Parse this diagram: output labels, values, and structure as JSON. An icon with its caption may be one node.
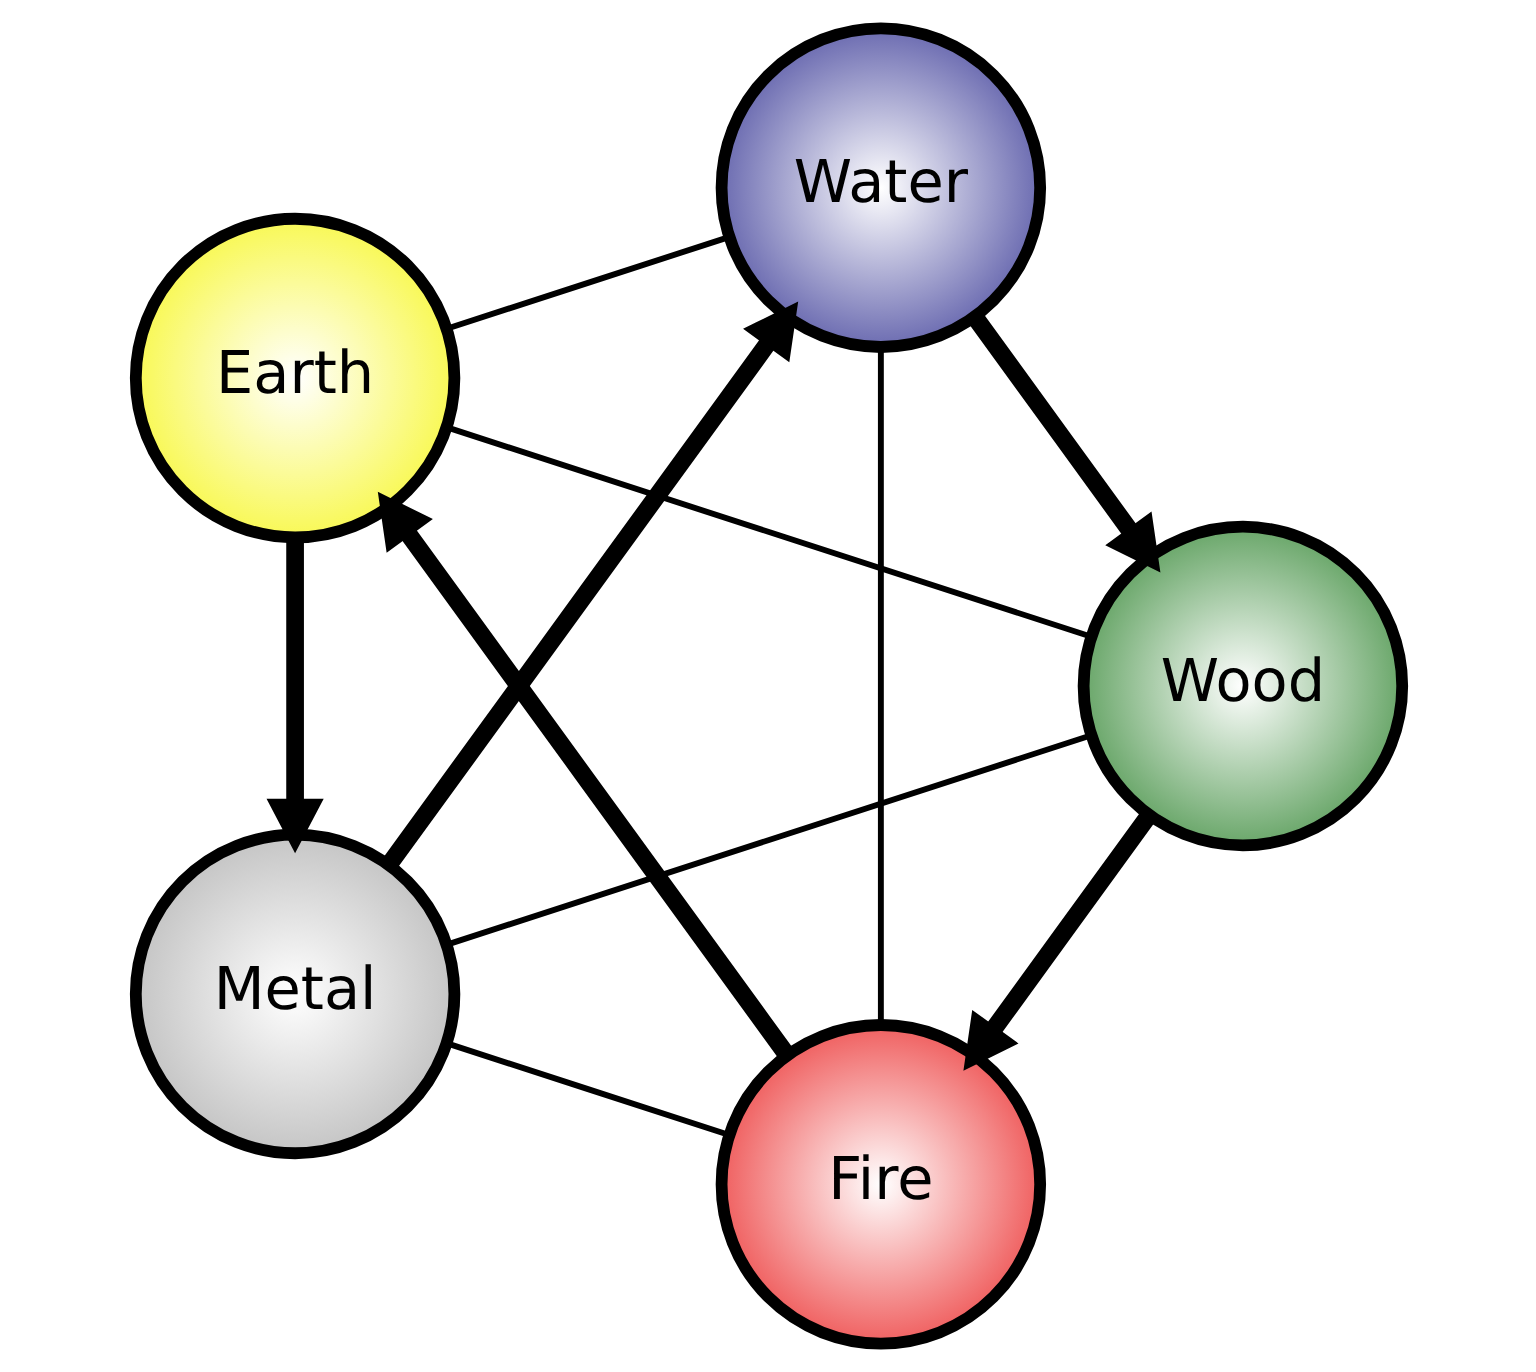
{
  "diagram": {
    "nodes": [
      {
        "text": [
          "Fire"
        ]
      },
      {
        "text": [
          "Wood"
        ]
      },
      {
        "text": [
          "Earth"
        ]
      },
      {
        "text": [
          "Water"
        ]
      },
      {
        "text": [
          "Metal"
        ]
      }
    ],
    "edges": [
      {
        "from": 1,
        "to": 0,
        "arrow": "to",
        "style": "thick"
      },
      {
        "from": 0,
        "to": 2,
        "arrow": "to",
        "style": "thick"
      },
      {
        "from": 2,
        "to": 4,
        "arrow": "to",
        "style": "thick"
      },
      {
        "from": 4,
        "to": 3,
        "arrow": "to",
        "style": "thick"
      },
      {
        "from": 3,
        "to": 1,
        "arrow": "to",
        "style": "thick"
      },
      {
        "from": 0,
        "to": 3,
        "arrow": "none"
      },
      {
        "from": 0,
        "to": 4,
        "arrow": "none"
      },
      {
        "from": 1,
        "to": 2,
        "arrow": "none"
      },
      {
        "from": 1,
        "to": 4,
        "arrow": "none"
      },
      {
        "from": 2,
        "to": 3,
        "arrow": "none"
      }
    ]
  }
}
